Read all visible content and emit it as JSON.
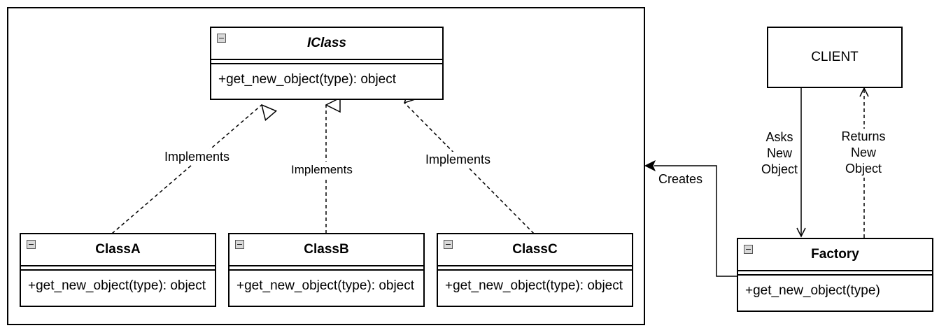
{
  "interface": {
    "name": "IClass",
    "method": "+get_new_object(type): object"
  },
  "classes": [
    {
      "name": "ClassA",
      "method": "+get_new_object(type): object"
    },
    {
      "name": "ClassB",
      "method": "+get_new_object(type): object"
    },
    {
      "name": "ClassC",
      "method": "+get_new_object(type): object"
    }
  ],
  "factory": {
    "name": "Factory",
    "method": "+get_new_object(type)"
  },
  "client": {
    "name": "CLIENT"
  },
  "edges": {
    "implements_a": "Implements",
    "implements_b": "Implements",
    "implements_c": "Implements",
    "creates": "Creates",
    "asks": [
      "Asks",
      "New",
      "Object"
    ],
    "returns": [
      "Returns",
      "New",
      "Object"
    ]
  }
}
